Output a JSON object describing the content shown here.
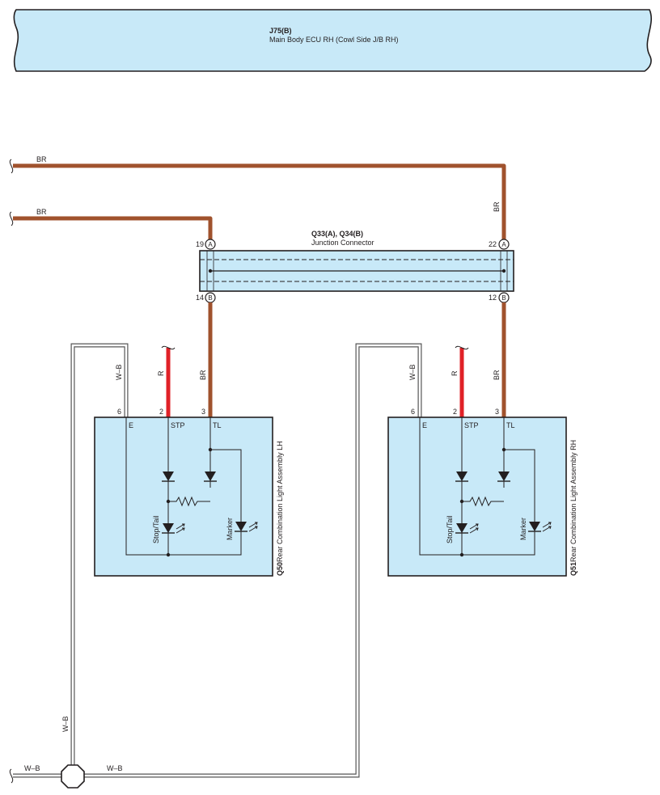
{
  "ecu": {
    "code": "J75(B)",
    "name": "Main Body ECU RH (Cowl Side J/B RH)"
  },
  "junction": {
    "code": "Q33(A), Q34(B)",
    "name": "Junction Connector",
    "pins": {
      "a1": "19",
      "a2": "22",
      "b1": "14",
      "b2": "12"
    },
    "side_a": "A",
    "side_b": "B"
  },
  "wires": {
    "br": "BR",
    "r": "R",
    "wb": "W–B"
  },
  "lh": {
    "code": "Q50",
    "name": "Rear Combination Light Assembly LH",
    "pins": {
      "e": "6",
      "stp": "2",
      "tl": "3"
    },
    "terms": {
      "e": "E",
      "stp": "STP",
      "tl": "TL"
    },
    "stop": "Stop/Tail",
    "marker": "Marker"
  },
  "rh": {
    "code": "Q51",
    "name": "Rear Combination Light Assembly RH",
    "pins": {
      "e": "6",
      "stp": "2",
      "tl": "3"
    },
    "terms": {
      "e": "E",
      "stp": "STP",
      "tl": "TL"
    },
    "stop": "Stop/Tail",
    "marker": "Marker"
  },
  "colors": {
    "wire_br": "#a0522d",
    "wire_r": "#e02127",
    "box_fill": "#c8e9f8"
  }
}
